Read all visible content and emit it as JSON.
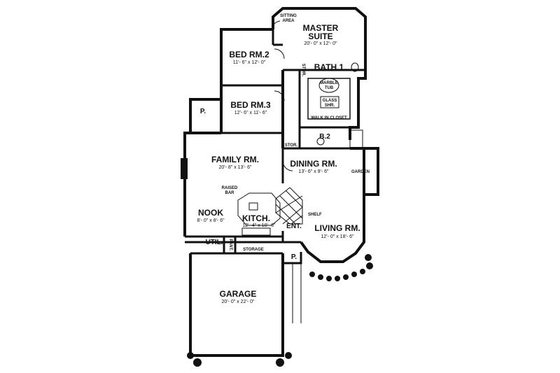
{
  "rooms": {
    "master": {
      "name_line1": "MASTER",
      "name_line2": "SUITE",
      "dims": "20'- 0\" x 12'- 0\""
    },
    "sitting": {
      "line1": "SITTING",
      "line2": "AREA"
    },
    "bed2": {
      "name": "BED RM.2",
      "dims": "11'- 6\" x 12'- 0\""
    },
    "bed3": {
      "name": "BED RM.3",
      "dims": "12'- 6\" x 11'- 6\""
    },
    "bath1": {
      "name": "BATH 1"
    },
    "marble_tub": {
      "line1": "MARBLE",
      "line2": "TUB"
    },
    "glass_shr": {
      "line1": "GLASS",
      "line2": "SHR."
    },
    "walk_in_closet": {
      "name": "WALK IN CLOSET"
    },
    "stor_top": {
      "name": "STOR."
    },
    "b2": {
      "name": "B.2"
    },
    "stor_mid": {
      "name": "STOR."
    },
    "family": {
      "name": "FAMILY RM.",
      "dims": "20'- 8\" x 13'- 6\""
    },
    "dining": {
      "name": "DINING RM.",
      "dims": "13'- 6\" x 9'- 6\""
    },
    "garden": {
      "name": "GARDEN"
    },
    "raised_bar": {
      "line1": "RAISED",
      "line2": "BAR"
    },
    "nook": {
      "name": "NOOK",
      "dims": "8'- 0\" x 8'- 6\""
    },
    "kitch": {
      "name": "KITCH.",
      "dims": "12'- 4\" x 10'- 6\""
    },
    "shelf": {
      "name": "SHELF"
    },
    "ent": {
      "name": "ENT."
    },
    "living": {
      "name": "LIVING RM.",
      "dims": "12'- 0\" x 18'- 6\""
    },
    "util": {
      "name": "UTIL."
    },
    "pant": {
      "name": "PANT."
    },
    "storage": {
      "name": "STORAGE"
    },
    "patio_left": {
      "name": "P."
    },
    "patio_front": {
      "name": "P."
    },
    "garage": {
      "name": "GARAGE",
      "dims": "20'- 0\" x 22'- 0\""
    }
  }
}
